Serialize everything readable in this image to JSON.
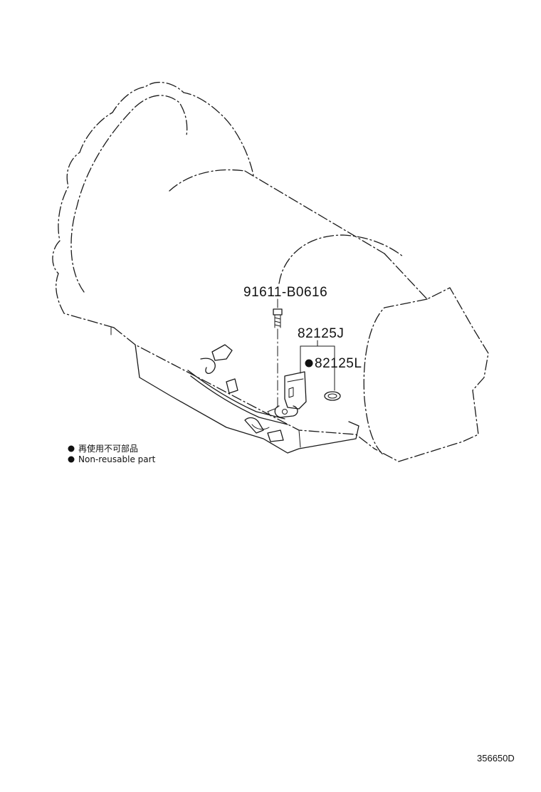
{
  "parts": {
    "bolt": "91611-B0616",
    "sensor": "82125J",
    "seal": "82125L"
  },
  "legend": {
    "bullet": "●",
    "japanese": "再使用不可部品",
    "english": "Non-reusable part"
  },
  "diagram_code": "356650D",
  "colors": {
    "line": "#1a1a1a",
    "background": "#ffffff"
  }
}
